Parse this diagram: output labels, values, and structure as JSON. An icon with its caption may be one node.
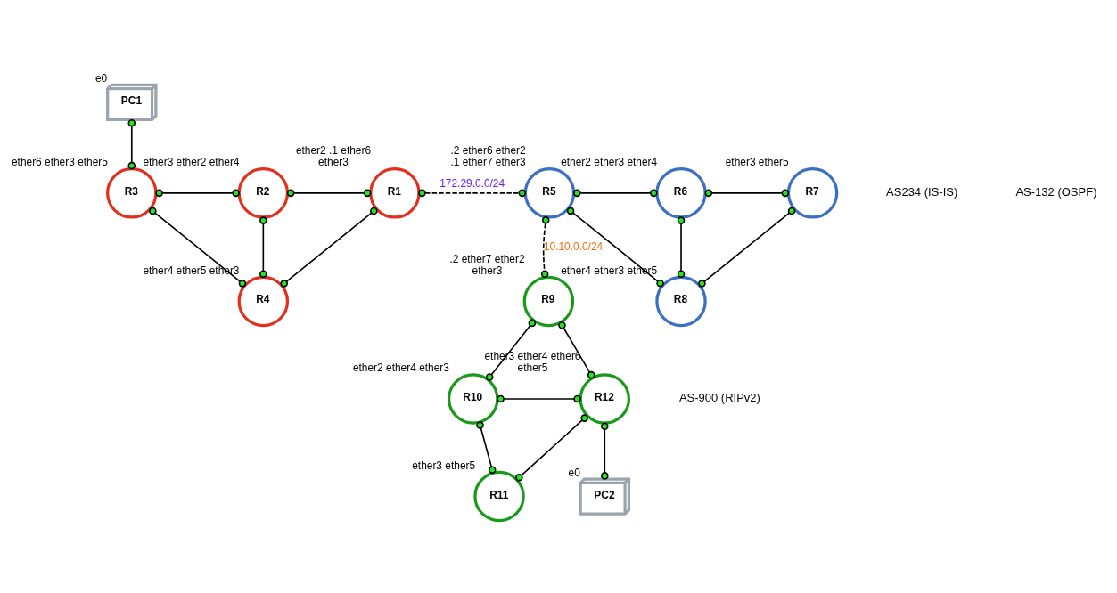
{
  "diagram": {
    "nodes": [
      {
        "text": [
          "PC1"
        ],
        "beside": [
          "e0"
        ]
      },
      {
        "text": [
          "R3"
        ],
        "beside": [
          "ether6",
          "ether3",
          "ether5"
        ]
      },
      {
        "text": [
          "R2"
        ],
        "beside": [
          "ether3",
          "ether2",
          "ether4"
        ]
      },
      {
        "text": [
          "R1"
        ],
        "beside": [
          "ether2",
          ".1",
          "ether6",
          "ether3"
        ]
      },
      {
        "text": [
          "R4"
        ],
        "beside": [
          "ether4",
          "ether5",
          "ether3"
        ]
      },
      {
        "text": [
          "R5"
        ],
        "beside": [
          ".2",
          "ether6",
          "ether2",
          ".1",
          "ether7",
          "ether3"
        ]
      },
      {
        "text": [
          "R6"
        ],
        "beside": [
          "ether2",
          "ether3",
          "ether4"
        ]
      },
      {
        "text": [
          "R7"
        ],
        "beside": [
          "ether3",
          "ether5"
        ]
      },
      {
        "text": [
          "R8"
        ],
        "beside": [
          "ether4",
          "ether3",
          "ether5"
        ]
      },
      {
        "text": [
          "R9"
        ],
        "beside": [
          ".2",
          "ether7",
          "ether2",
          "ether3"
        ]
      },
      {
        "text": [
          "R10"
        ],
        "beside": [
          "ether2",
          "ether4",
          "ether3"
        ]
      },
      {
        "text": [
          "R12"
        ],
        "beside": [
          "ether3",
          "ether4",
          "ether6",
          "ether5"
        ]
      },
      {
        "text": [
          "R11"
        ],
        "beside": [
          "ether3",
          "ether5"
        ]
      },
      {
        "text": [
          "PC2"
        ],
        "beside": [
          "e0"
        ]
      }
    ],
    "edges": [
      {
        "from": 0,
        "to": 1,
        "arrow": "other"
      },
      {
        "from": 1,
        "to": 2,
        "arrow": "other"
      },
      {
        "from": 2,
        "to": 3,
        "arrow": "other"
      },
      {
        "from": 1,
        "to": 4,
        "arrow": "other"
      },
      {
        "from": 2,
        "to": 4,
        "arrow": "other"
      },
      {
        "from": 3,
        "to": 4,
        "arrow": "other"
      },
      {
        "from": 3,
        "to": 5,
        "arrow": "other",
        "style": "dashed",
        "label": "172.29.0.0/24"
      },
      {
        "from": 5,
        "to": 6,
        "arrow": "other"
      },
      {
        "from": 6,
        "to": 7,
        "arrow": "other"
      },
      {
        "from": 5,
        "to": 8,
        "arrow": "other"
      },
      {
        "from": 6,
        "to": 8,
        "arrow": "other"
      },
      {
        "from": 7,
        "to": 8,
        "arrow": "other"
      },
      {
        "from": 5,
        "to": 9,
        "arrow": "other",
        "style": "dashed",
        "label": "10.10.0.0/24"
      },
      {
        "from": 9,
        "to": 10,
        "arrow": "other"
      },
      {
        "from": 9,
        "to": 11,
        "arrow": "other"
      },
      {
        "from": 10,
        "to": 11,
        "arrow": "other"
      },
      {
        "from": 10,
        "to": 12,
        "arrow": "other"
      },
      {
        "from": 12,
        "to": 11,
        "arrow": "other"
      },
      {
        "from": 11,
        "to": 13,
        "arrow": "other"
      }
    ],
    "labels": [
      "AS234 (IS-IS)",
      "AS-132 (OSPF)",
      "AS-900 (RIPv2)"
    ]
  }
}
